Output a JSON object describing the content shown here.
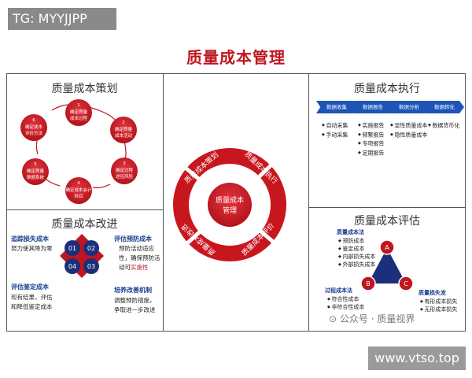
{
  "tag": "TG: MYYJJPP",
  "title": "质量成本管理",
  "site": "www.vtso.top",
  "watermark": "公众号 · 质量视界",
  "plan": {
    "title": "质量成本策划",
    "steps": [
      {
        "num": "1",
        "line1": "确定质量",
        "line2": "成本过程"
      },
      {
        "num": "2",
        "line1": "确定质量",
        "line2": "成本活动"
      },
      {
        "num": "3",
        "line1": "确定过程",
        "line2": "途径风险"
      },
      {
        "num": "4",
        "line1": "确定成本会计",
        "line2": "科目"
      },
      {
        "num": "5",
        "line1": "确定质量",
        "line2": "数据系统"
      },
      {
        "num": "6",
        "line1": "确定成本",
        "line2": "评价方法"
      }
    ]
  },
  "exec": {
    "title": "质量成本执行",
    "arrows": [
      "数据收集",
      "数据报告",
      "数据分析",
      "数据转化"
    ],
    "col1": [
      "自动采集",
      "手动采集"
    ],
    "col2": [
      "实施报告",
      "频繁报告",
      "专项报告",
      "定期报告"
    ],
    "col3": [
      "显性质量成本",
      "隐性质量成本"
    ],
    "col4": [
      "数据货币化"
    ]
  },
  "center": {
    "hub_line1": "质量成本",
    "hub_line2": "管理",
    "ring": [
      "质量成本策划",
      "质量成本执行",
      "质量成本评价",
      "质量成本改进"
    ]
  },
  "improve": {
    "title": "质量成本改进",
    "h1": "追踪损失成本",
    "t1": "努力使其降为零",
    "h2": "评估预防成本",
    "t2a": "预防活动适应",
    "t2b": "性，确保预防活",
    "t2c": "动可",
    "t2d": "实施性",
    "h3": "评估鉴定成本",
    "t3a": "现有结果，评估",
    "t3b": "和降低鉴定成本",
    "h4": "培养改善机制",
    "t4a": "调整预防措施，",
    "t4b": "争取进一步改进",
    "quads": [
      "01",
      "02",
      "04",
      "03"
    ]
  },
  "evaluate": {
    "title": "质量成本评估",
    "h1": "质量成本法",
    "list1": [
      "预防成本",
      "鉴定成本",
      "内部损失成本",
      "外部损失成本"
    ],
    "h2": "过程成本法",
    "list2": [
      "符合性成本",
      "非符合性成本"
    ],
    "h3": "质量损失发",
    "list3": [
      "有形成本损失",
      "无形成本损失"
    ],
    "nodes": [
      "A",
      "B",
      "C"
    ]
  },
  "colors": {
    "accent": "#c0161f",
    "blue": "#1c54b8",
    "navy": "#1b3e8f"
  }
}
